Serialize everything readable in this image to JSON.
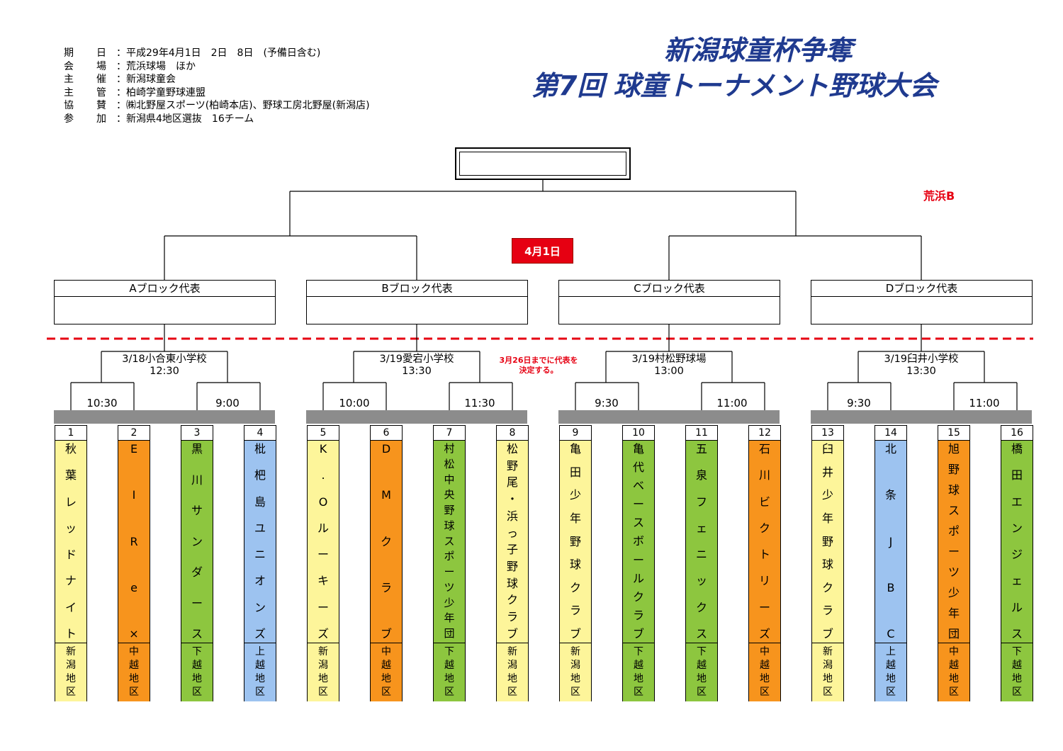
{
  "info": [
    {
      "label": "期日",
      "value": "：平成29年4月1日　2日　8日　(予備日含む)"
    },
    {
      "label": "会場",
      "value": "：荒浜球場　ほか"
    },
    {
      "label": "主催",
      "value": "：新潟球童会"
    },
    {
      "label": "主管",
      "value": "：柏崎学童野球連盟"
    },
    {
      "label": "協賛",
      "value": "：㈱北野屋スポーツ(柏崎本店)、野球工房北野屋(新潟店)"
    },
    {
      "label": "参加",
      "value": "：新潟県4地区選抜　16チーム"
    }
  ],
  "title": {
    "line1": "新潟球童杯争奪",
    "line2": "第7回 球童トーナメント野球大会"
  },
  "final": {
    "date": "4月1日",
    "venue": "荒浜B"
  },
  "note": "3月26日までに代表を決定する。",
  "blocks": [
    {
      "label": "Aブロック代表",
      "venue_date": "3/18小合東小学校",
      "final_time": "12:30",
      "times": [
        "10:30",
        "9:00"
      ]
    },
    {
      "label": "Bブロック代表",
      "venue_date": "3/19愛宕小学校",
      "final_time": "13:30",
      "times": [
        "10:00",
        "11:30"
      ]
    },
    {
      "label": "Cブロック代表",
      "venue_date": "3/19村松野球場",
      "final_time": "13:00",
      "times": [
        "9:30",
        "11:00"
      ]
    },
    {
      "label": "Dブロック代表",
      "venue_date": "3/19臼井小学校",
      "final_time": "13:30",
      "times": [
        "9:30",
        "11:00"
      ]
    }
  ],
  "teams": [
    {
      "num": "1",
      "name": "秋葉レッドナイト",
      "region": "新潟地区"
    },
    {
      "num": "2",
      "name": "EIRe×",
      "region": "中越地区"
    },
    {
      "num": "3",
      "name": "黒川サンダース",
      "region": "下越地区"
    },
    {
      "num": "4",
      "name": "枇杷島ユニオンズ",
      "region": "上越地区"
    },
    {
      "num": "5",
      "name": "K.Oルーキーズ",
      "region": "新潟地区"
    },
    {
      "num": "6",
      "name": "DMクラブ",
      "region": "中越地区"
    },
    {
      "num": "7",
      "name": "村松中央野球スポーツ少年団",
      "region": "下越地区"
    },
    {
      "num": "8",
      "name": "松野尾・浜っ子野球クラブ",
      "region": "新潟地区"
    },
    {
      "num": "9",
      "name": "亀田少年野球クラブ",
      "region": "新潟地区"
    },
    {
      "num": "10",
      "name": "亀代ベースボールクラブ",
      "region": "下越地区"
    },
    {
      "num": "11",
      "name": "五泉フェニックス",
      "region": "下越地区"
    },
    {
      "num": "12",
      "name": "石川ビクトリーズ",
      "region": "中越地区"
    },
    {
      "num": "13",
      "name": "臼井少年野球クラブ",
      "region": "新潟地区"
    },
    {
      "num": "14",
      "name": "北条JBC",
      "region": "上越地区"
    },
    {
      "num": "15",
      "name": "旭野球スポーツ少年団",
      "region": "中越地区"
    },
    {
      "num": "16",
      "name": "橋田エンジェルス",
      "region": "下越地区"
    }
  ],
  "region_colors": {
    "新潟地区": "#fdf59a",
    "中越地区": "#f7941d",
    "下越地区": "#8dc63f",
    "上越地区": "#9dc3f0"
  }
}
